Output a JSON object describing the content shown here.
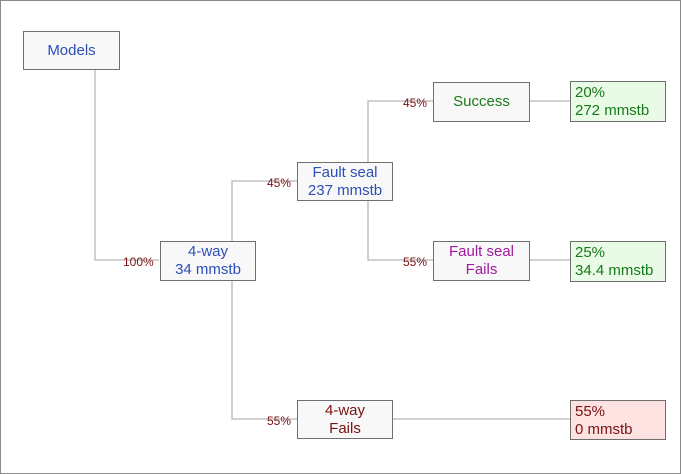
{
  "nodes": {
    "models": {
      "label": "Models",
      "color": "#2c4fb8"
    },
    "four_way": {
      "line1": "4-way",
      "line2": "34 mmstb",
      "color": "#2c4fb8"
    },
    "fault_seal": {
      "line1": "Fault seal",
      "line2": "237 mmstb",
      "color": "#2c4fb8"
    },
    "success": {
      "label": "Success",
      "color": "#1a7a1a"
    },
    "fault_seal_fails": {
      "line1": "Fault seal",
      "line2": "Fails",
      "color": "#a019a0"
    },
    "four_way_fails": {
      "line1": "4-way",
      "line2": "Fails",
      "color": "#7a1212"
    }
  },
  "probabilities": {
    "models_to_four_way": "100%",
    "four_way_to_fault_seal": "45%",
    "four_way_to_fails": "55%",
    "fault_seal_to_success": "45%",
    "fault_seal_to_fails": "55%"
  },
  "outcomes": {
    "success": {
      "line1": "20%",
      "line2": "272 mmstb",
      "background": "#e9fbe6"
    },
    "fault_seal_fails": {
      "line1": "25%",
      "line2": "34.4 mmstb",
      "background": "#e9fbe6"
    },
    "four_way_fails": {
      "line1": "55%",
      "line2": "0 mmstb",
      "background": "#fde2e2"
    }
  },
  "colors": {
    "connector": "#b8b8b8",
    "node_border": "#6f6f6f",
    "probability_text": "#7a1212"
  }
}
